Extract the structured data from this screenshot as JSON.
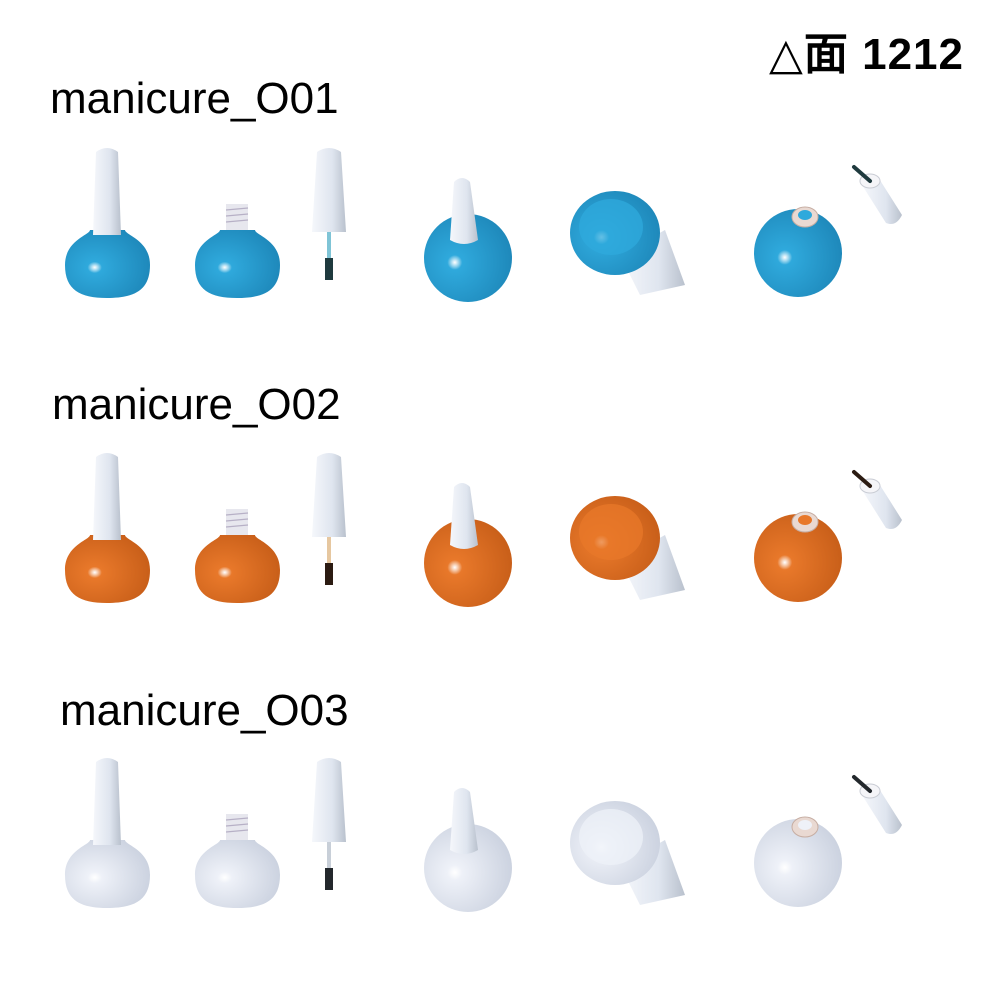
{
  "poly_count": {
    "triangle_symbol": "△",
    "label": "面",
    "value": "1212"
  },
  "variants": [
    {
      "name": "manicure_O01",
      "color": "#2fa9dc",
      "dark": "#1d86b8",
      "brush_stick": "#7fc4d6",
      "brush_tip": "#1f3a3e"
    },
    {
      "name": "manicure_O02",
      "color": "#e8782a",
      "dark": "#c65d18",
      "brush_stick": "#e6c7a0",
      "brush_tip": "#2b1b12"
    },
    {
      "name": "manicure_O03",
      "color": "#eef1f8",
      "dark": "#c9d0de",
      "brush_stick": "#c8cfd8",
      "brush_tip": "#23282c"
    }
  ],
  "cap_color": "#dfe5ef",
  "views": [
    "closed-front",
    "open-bottle",
    "cap-with-brush",
    "top-angle",
    "bottom-angle",
    "open-angle-with-cap"
  ]
}
